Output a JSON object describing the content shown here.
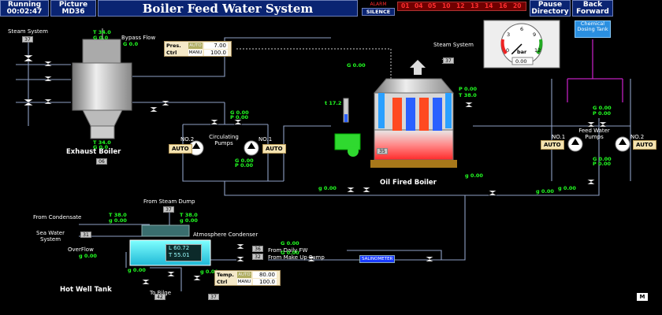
{
  "header": {
    "running_label": "Running",
    "running_time": "00:02:47",
    "picture_label": "Picture",
    "picture_id": "MD36",
    "title": "Boiler Feed Water System",
    "alarm_label": "ALARM",
    "silence_label": "SILENCE",
    "alarm_codes": [
      "01",
      "04",
      "05",
      "10",
      "12",
      "13",
      "14",
      "16",
      "20"
    ],
    "pause_label": "Pause",
    "directory_label": "Directory",
    "back_label": "Back",
    "forward_label": "Forward"
  },
  "colors": {
    "header_bg": "#0a2472",
    "pipe": "#8ea0c4",
    "steam_pipe": "#c0c0c0",
    "chemical_pipe": "#c020c0",
    "value_green": "#22ff22",
    "alarm_red": "#ff3030"
  },
  "labels": {
    "steam_system_left": "Steam System",
    "bypass_flow": "Bypass Flow",
    "exhaust_boiler": "Exhaust Boiler",
    "circulating_pumps": "Circulating Pumps",
    "no2": "NO.2",
    "no1": "NO.1",
    "steam_system_right": "Steam System",
    "oil_fired_boiler": "Oil Fired Boiler",
    "chemical_dosing_tank": "Chemical Dosing Tank",
    "feed_water_pumps": "Feed Water Pumps",
    "from_steam_dump": "From Steam Dump",
    "from_condensate": "From Condensate",
    "sea_water_system": "Sea Water System",
    "atmosphere_condenser": "Atmosphere Condenser",
    "overflow": "OverFlow",
    "from_daily_fw": "From Daily FW",
    "from_make_up_pump": "From Make Up Pump",
    "salinometer": "SALINOMETER",
    "hot_well_tank": "Hot Well Tank",
    "to_bilge": "To Bilge",
    "auto": "AUTO",
    "m_mark": "M"
  },
  "tags": {
    "t37a": "37",
    "t06": "06",
    "t35": "35",
    "t37b": "37",
    "t37c": "37",
    "t31": "31",
    "t36": "36",
    "t32": "32",
    "t42": "42",
    "t37d": "37"
  },
  "values": {
    "exh_t": "T 34.0",
    "exh_g": "G 0.0",
    "bypass_g": "G 0.0",
    "exh_t2": "T 34.0",
    "exh_g2": "G 0.0",
    "circ_g1": "G 0.00",
    "circ_p1": "P 0.00",
    "circ_g2": "G 0.00",
    "circ_p2": "P 0.00",
    "steam_g": "G 0.00",
    "ofb_t": "t 17.2",
    "ofb_p": "P 0.00",
    "ofb_t2": "T 38.0",
    "ofb_g1": "g 0.00",
    "ofb_g2": "g 0.00",
    "ofb_g3": "g 0.00",
    "fw_g1": "G 0.00",
    "fw_p1": "P 0.00",
    "fw_g2": "G 0.00",
    "fw_p2": "P 0.00",
    "fw_g3": "g 0.00",
    "cond_t1": "T 38.0",
    "cond_g1": "g 0.00",
    "cond_t2": "T 38.0",
    "cond_g2": "g 0.00",
    "ovf_g": "g 0.00",
    "hw_l": "L 60.72",
    "hw_t": "T 55.01",
    "daily_g": "G 0.00",
    "makeup_g": "G 0.00",
    "hw_g1": "g 0.00",
    "hw_g2": "g 0.00"
  },
  "pres_ctrl": {
    "row1_label": "Pres.",
    "row1_mode": "AUTO",
    "row1_value": "7.00",
    "row2_label": "Ctrl",
    "row2_mode": "MANU",
    "row2_value": "100.0"
  },
  "temp_ctrl": {
    "row1_label": "Temp.",
    "row1_mode": "AUTO",
    "row1_value": "80.00",
    "row2_label": "Ctrl",
    "row2_mode": "MANU",
    "row2_value": "100.0"
  },
  "gauge": {
    "unit": "bar",
    "reading": "0.00",
    "value": 0,
    "max": 12,
    "ticks": [
      "0",
      "3",
      "6",
      "9",
      "12"
    ]
  }
}
